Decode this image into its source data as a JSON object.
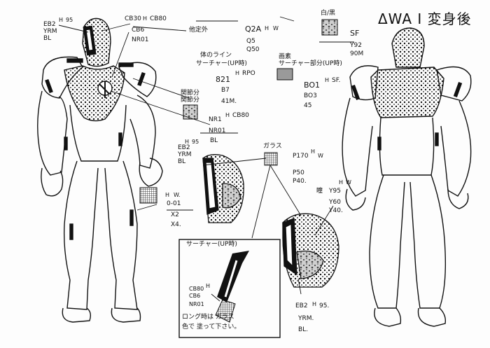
{
  "title": "ΔWA I  変身後",
  "labels": {
    "eb2_top": "EB2",
    "eb2_h": "H",
    "eb2_num": "95",
    "yrm_top": "YRM",
    "bl_top": "BL",
    "cb30_top": "CB30",
    "cb30_h": "H",
    "cb80_top": "CB80",
    "cb6_top": "CB6",
    "nr01_top": "NR01",
    "sf_box_label": "白/黒",
    "sf_code": "SF",
    "y92": "Y92",
    "90m": "90M",
    "other_label": "他定外",
    "q2a": "Q2A",
    "q2a_h": "H",
    "q2a_w": "W",
    "q5": "Q5",
    "q50": "Q50",
    "line_note": "体のライン",
    "surface_note": "サーチャー(UP時)",
    "p821": "821",
    "r_h": "H",
    "rpo": "RPO",
    "b7": "B7",
    "41m": "41M.",
    "face_note1": "画素",
    "face_note2": "サーチャー部分(UP時)",
    "bo1": "BO1",
    "bo1_h": "H",
    "sf2": "SF.",
    "bo3": "BO3",
    "45": "45",
    "joint_note1": "関節分",
    "joint_note2": "関節分",
    "nr1": "NR1",
    "nr1_h": "H",
    "cb80_mid": "CB80",
    "nr01_mid": "NR01",
    "bl_mid": "BL",
    "eb2_head": "EB2",
    "eb2_head_h": "H",
    "eb2_head_num": "95",
    "yrm_head": "YRM",
    "bl_head": "BL",
    "glass": "ガラス",
    "p170": "P170",
    "p170_h": "H",
    "p170_w": "W",
    "p50": "P50",
    "p40": "P40.",
    "eye_label": "瞳",
    "y95": "Y95",
    "y95_h": "H",
    "y95_w": "W",
    "y60": "Y60",
    "y40": "Y40.",
    "o01": "0-01",
    "o01_h": "H",
    "o01_w": "W.",
    "x2": "X2",
    "x4": "X4.",
    "inset_title": "サーチャー(UP時)",
    "cb80_in": "CB80",
    "cb80_in_h": "H",
    "cb6_in": "CB6",
    "nr01_in": "NR01",
    "inset_note1": "ロング時は ガラス",
    "inset_note2": "色で 塗って下さい。",
    "eb2_low": "EB2",
    "eb2_low_h": "H",
    "eb2_low_num": "95.",
    "yrm_low": "YRM.",
    "bl_low": "BL."
  },
  "colors": {
    "ink": "#111111",
    "paper": "#fdfdfd",
    "tone": "#9a9a9a"
  }
}
